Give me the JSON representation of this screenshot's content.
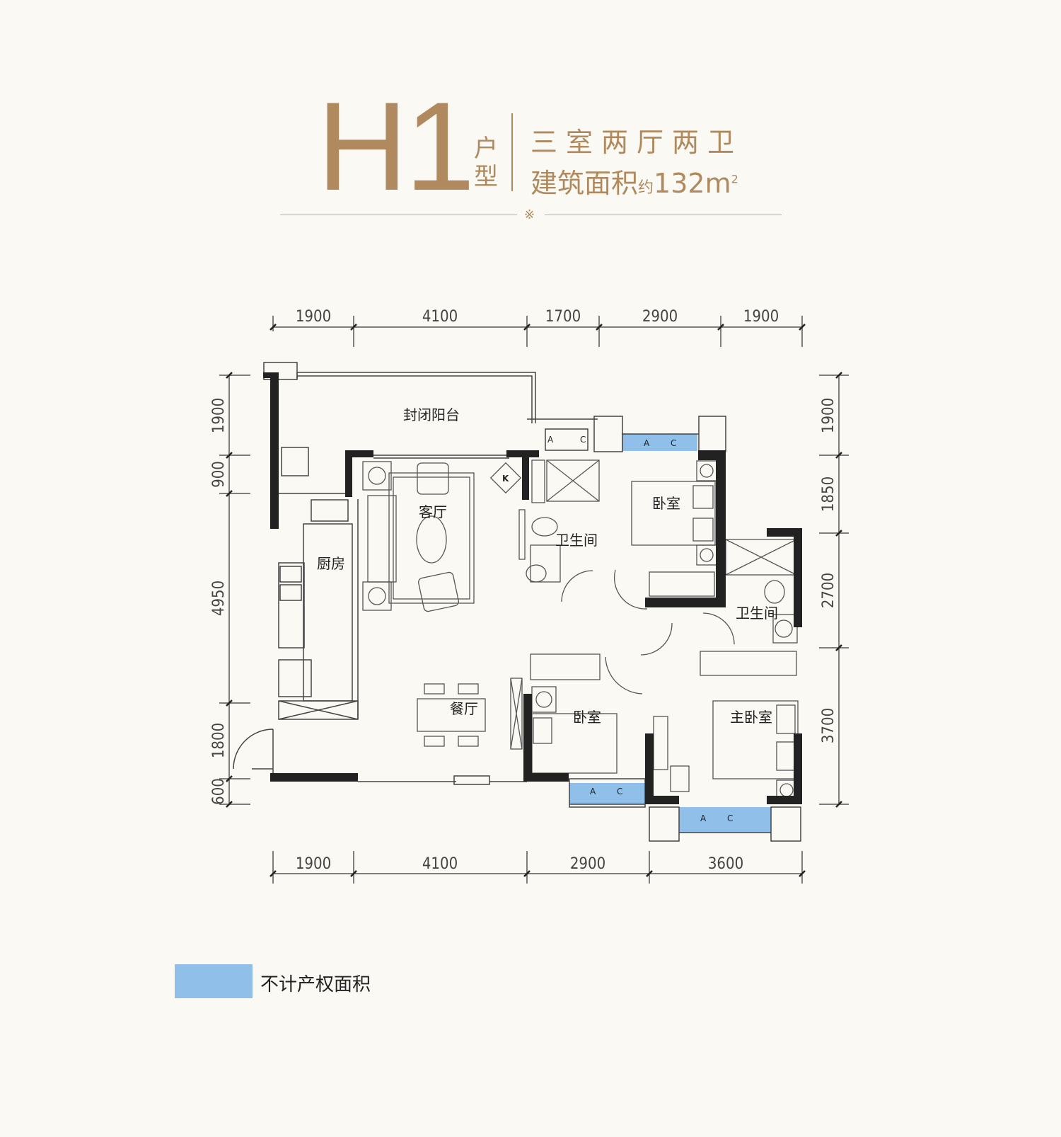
{
  "header": {
    "unit_code": "H1",
    "unit_label": "户型",
    "layout": "三室两厅两卫",
    "area_label": "建筑面积",
    "area_approx": "约",
    "area_value": "132",
    "area_unit": "m",
    "area_unit_sup": "2",
    "ornament": "※"
  },
  "dimensions": {
    "top": [
      "1900",
      "4100",
      "1700",
      "2900",
      "1900"
    ],
    "bottom": [
      "1900",
      "4100",
      "2900",
      "3600"
    ],
    "left": [
      "1900",
      "900",
      "4950",
      "1800",
      "600"
    ],
    "right": [
      "1900",
      "1850",
      "2700",
      "3700"
    ]
  },
  "rooms": {
    "balcony": "封闭阳台",
    "living": "客厅",
    "kitchen": "厨房",
    "bath1": "卫生间",
    "bedroom1": "卧室",
    "bath2": "卫生间",
    "dining": "餐厅",
    "bedroom2": "卧室",
    "master": "主卧室"
  },
  "ac_labels": {
    "a": "A",
    "c": "C"
  },
  "fridge_label": "K",
  "legend": {
    "label": "不计产权面积",
    "color": "#90c0ea"
  },
  "colors": {
    "accent": "#b08a5e",
    "wall": "#222222",
    "non_property": "#90c0ea"
  }
}
